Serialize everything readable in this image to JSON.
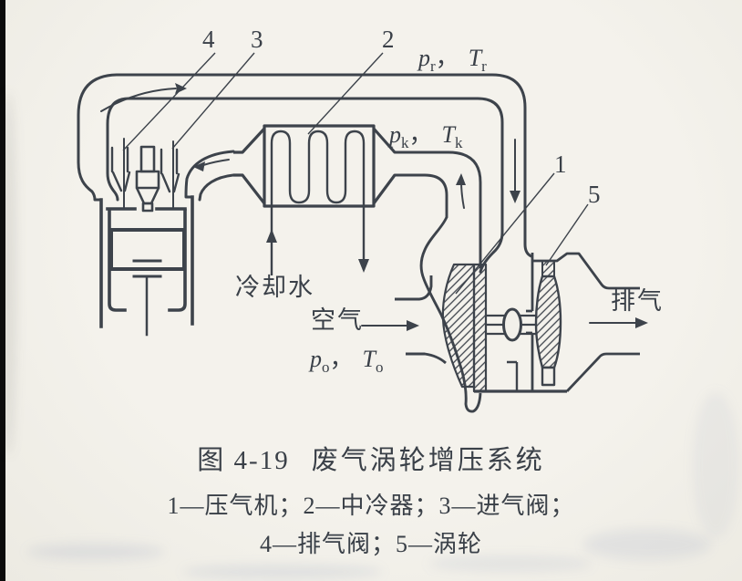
{
  "figure_caption": {
    "prefix": "图 4-19",
    "title": "废气涡轮增压系统",
    "legend_line1": "1—压气机；2—中冷器；3—进气阀；",
    "legend_line2": "4—排气阀；5—涡轮"
  },
  "callouts": {
    "compressor": "1",
    "intercooler": "2",
    "intake_valve": "3",
    "exhaust_valve": "4",
    "turbine": "5"
  },
  "flow_labels": {
    "cooling_water": "冷却水",
    "air": "空气",
    "exhaust": "排气"
  },
  "state_labels": {
    "turbine_inlet": {
      "v1": "p",
      "s1": "r",
      "sep": "，",
      "v2": "T",
      "s2": "r"
    },
    "compressor_outlet": {
      "v1": "p",
      "s1": "k",
      "sep": "，",
      "v2": "T",
      "s2": "k"
    },
    "ambient": {
      "v1": "p",
      "s1": "o",
      "sep": "，",
      "v2": "T",
      "s2": "o"
    }
  },
  "colors": {
    "ink": "#3d434b",
    "paper": "#f2f0ea",
    "scan_edge": "#0b0b0b"
  }
}
